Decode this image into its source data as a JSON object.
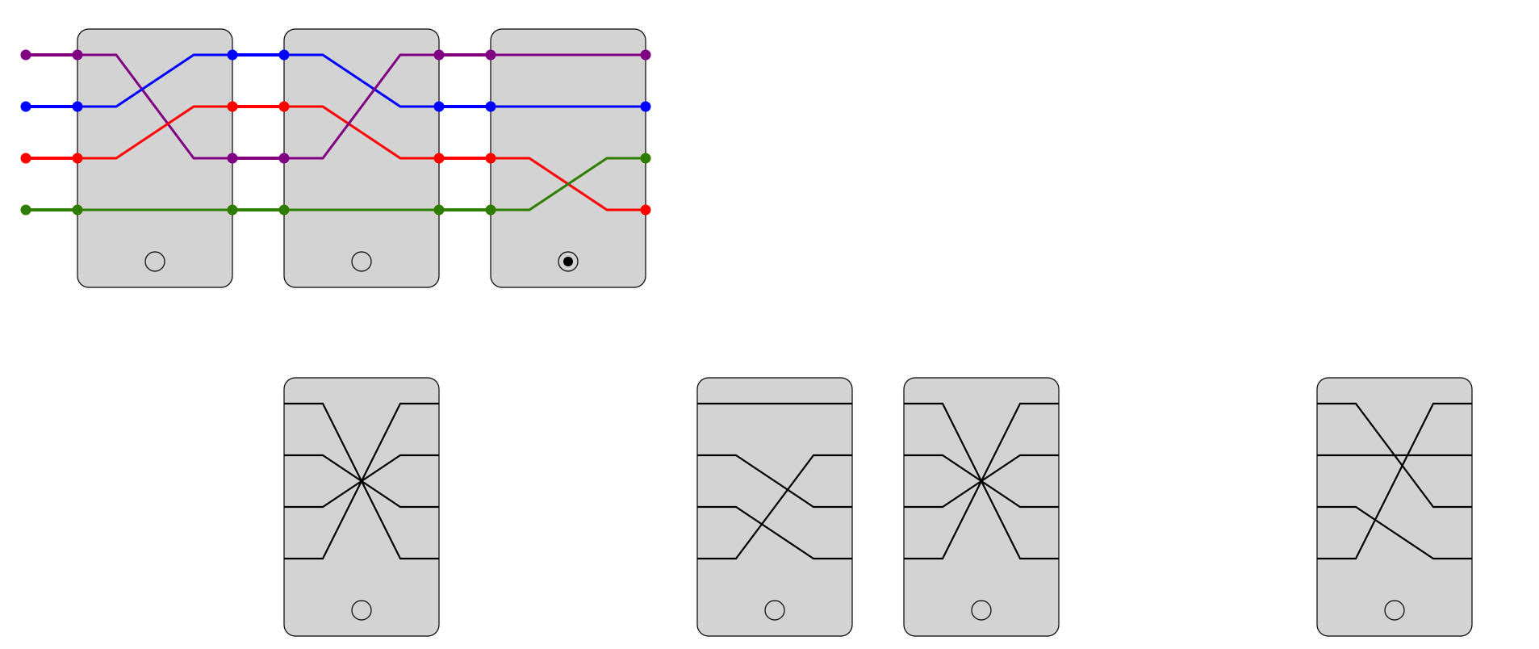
{
  "colors": {
    "card_fill": "#d3d3d3",
    "card_stroke": "#000000",
    "purple": "#800080",
    "blue": "#0000ff",
    "red": "#ff0000",
    "green": "#2e7d00",
    "wire_black": "#000000"
  },
  "chain": {
    "input_order": [
      "purple",
      "blue",
      "red",
      "green"
    ],
    "cards": [
      {
        "perm": [
          2,
          0,
          1,
          3
        ],
        "selected": false
      },
      {
        "perm": [
          1,
          2,
          0,
          3
        ],
        "selected": false
      },
      {
        "perm": [
          0,
          1,
          3,
          2
        ],
        "selected": true
      }
    ]
  },
  "palette": {
    "cards": [
      {
        "perm": [
          3,
          2,
          1,
          0
        ]
      },
      {
        "perm": [
          0,
          2,
          3,
          1
        ]
      },
      {
        "perm": [
          3,
          2,
          1,
          0
        ]
      },
      {
        "perm": [
          2,
          1,
          3,
          0
        ]
      }
    ]
  }
}
